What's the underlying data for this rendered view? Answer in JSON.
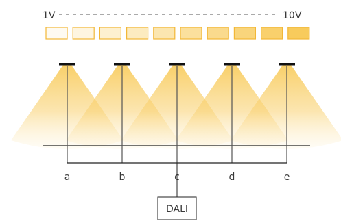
{
  "scale": {
    "min_label": "1V",
    "max_label": "10V",
    "steps": 10
  },
  "lamps": [
    {
      "label": "a"
    },
    {
      "label": "b"
    },
    {
      "label": "c"
    },
    {
      "label": "d"
    },
    {
      "label": "e"
    }
  ],
  "controller": {
    "label": "DALI"
  },
  "colors": {
    "beam": "#f7c23e",
    "step_border": "#f2b737",
    "step_fill_max": "#f7c54a",
    "line": "#222222",
    "dash": "#555555"
  }
}
